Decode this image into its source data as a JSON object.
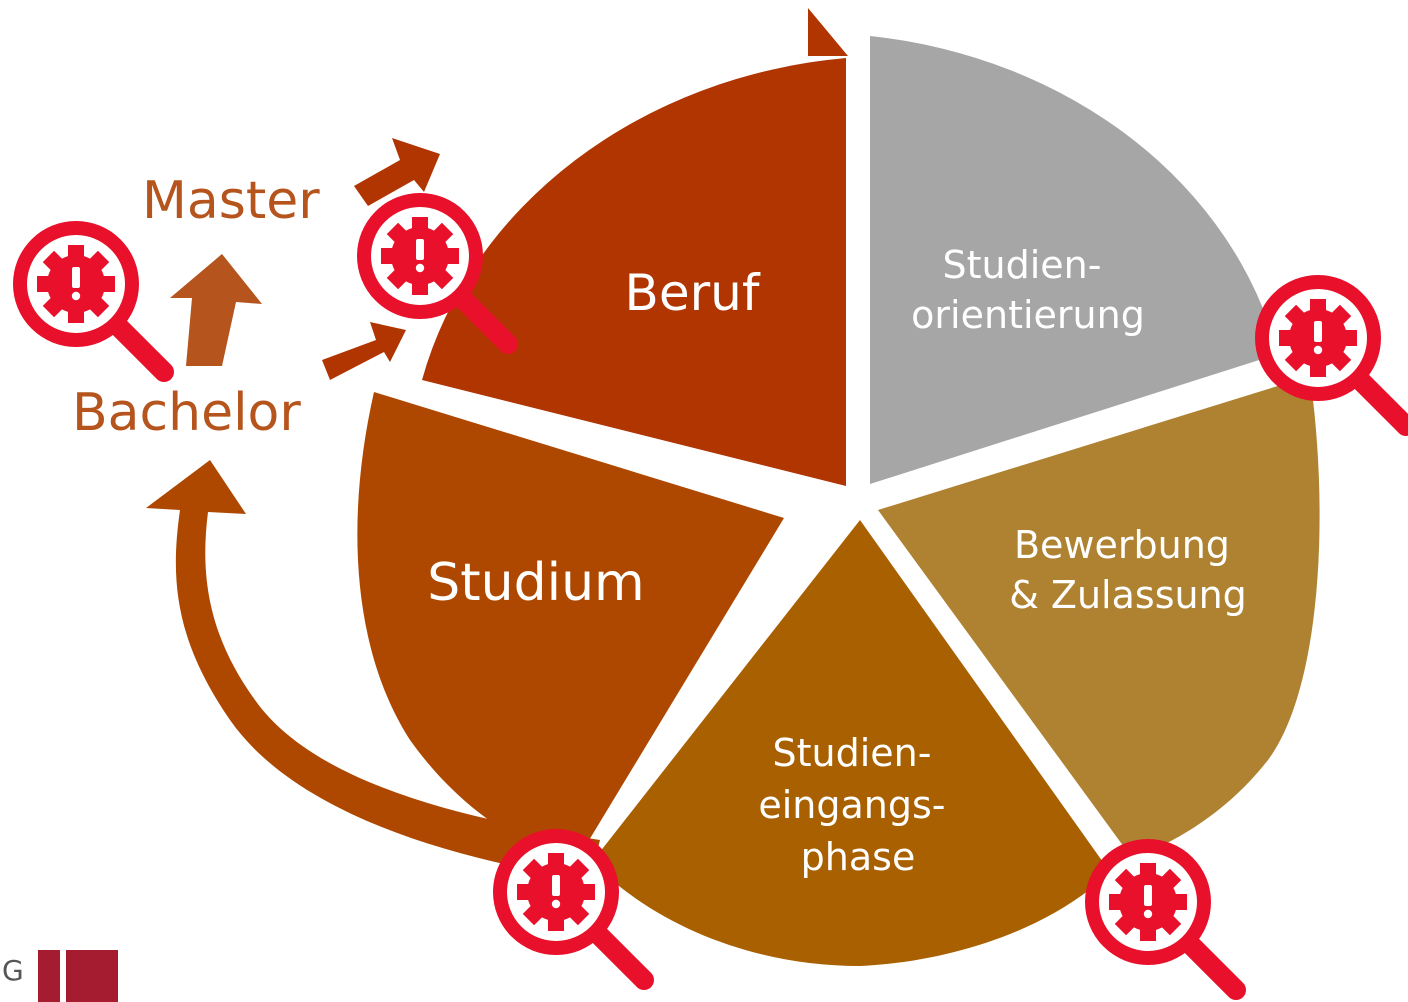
{
  "segments": [
    {
      "id": "beruf",
      "label_lines": [
        "Beruf"
      ],
      "color": "#B03500"
    },
    {
      "id": "orientierung",
      "label_lines": [
        "Studien-",
        "orientierung"
      ],
      "color": "#A6A6A6"
    },
    {
      "id": "bewerbung",
      "label_lines": [
        "Bewerbung",
        "& Zulassung"
      ],
      "color": "#AF8231"
    },
    {
      "id": "eingang",
      "label_lines": [
        "Studien-",
        "eingangs-",
        "phase"
      ],
      "color": "#A86000"
    },
    {
      "id": "studium",
      "label_lines": [
        "Studium"
      ],
      "color": "#AE4800"
    }
  ],
  "side_labels": {
    "master": "Master",
    "bachelor": "Bachelor"
  },
  "colors": {
    "accent": "#B5541C",
    "icon_red": "#E8102A",
    "logo": "#A51C30"
  },
  "icons": [
    "magnifier-warning-icon",
    "magnifier-warning-icon",
    "magnifier-warning-icon",
    "magnifier-warning-icon",
    "magnifier-warning-icon"
  ],
  "logo_text": "G"
}
